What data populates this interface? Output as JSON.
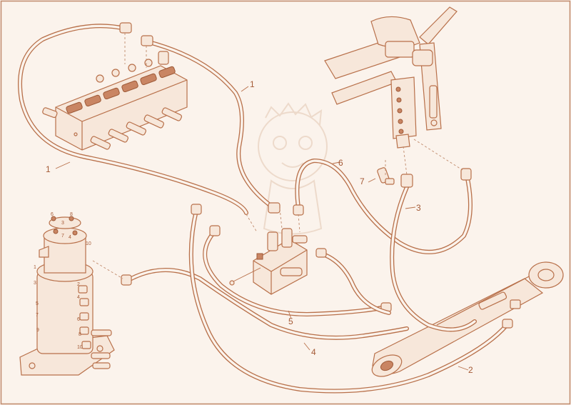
{
  "callouts": {
    "hose_1_top": "1",
    "hose_1_left": "1",
    "hose_2": "2",
    "hose_3": "3",
    "hose_4": "4",
    "hose_5": "5",
    "hose_6": "6",
    "fitting_7": "7"
  },
  "swivel_ports": {
    "top": [
      "6",
      "8",
      "3",
      "4",
      "7",
      "10"
    ],
    "left": [
      "1",
      "3",
      "5",
      "7",
      "9"
    ],
    "right": [
      "2",
      "4",
      "6",
      "8",
      "10"
    ]
  },
  "colors": {
    "line": "#b8704a",
    "background": "#fbf3ec",
    "fill": "#f7e7da"
  }
}
